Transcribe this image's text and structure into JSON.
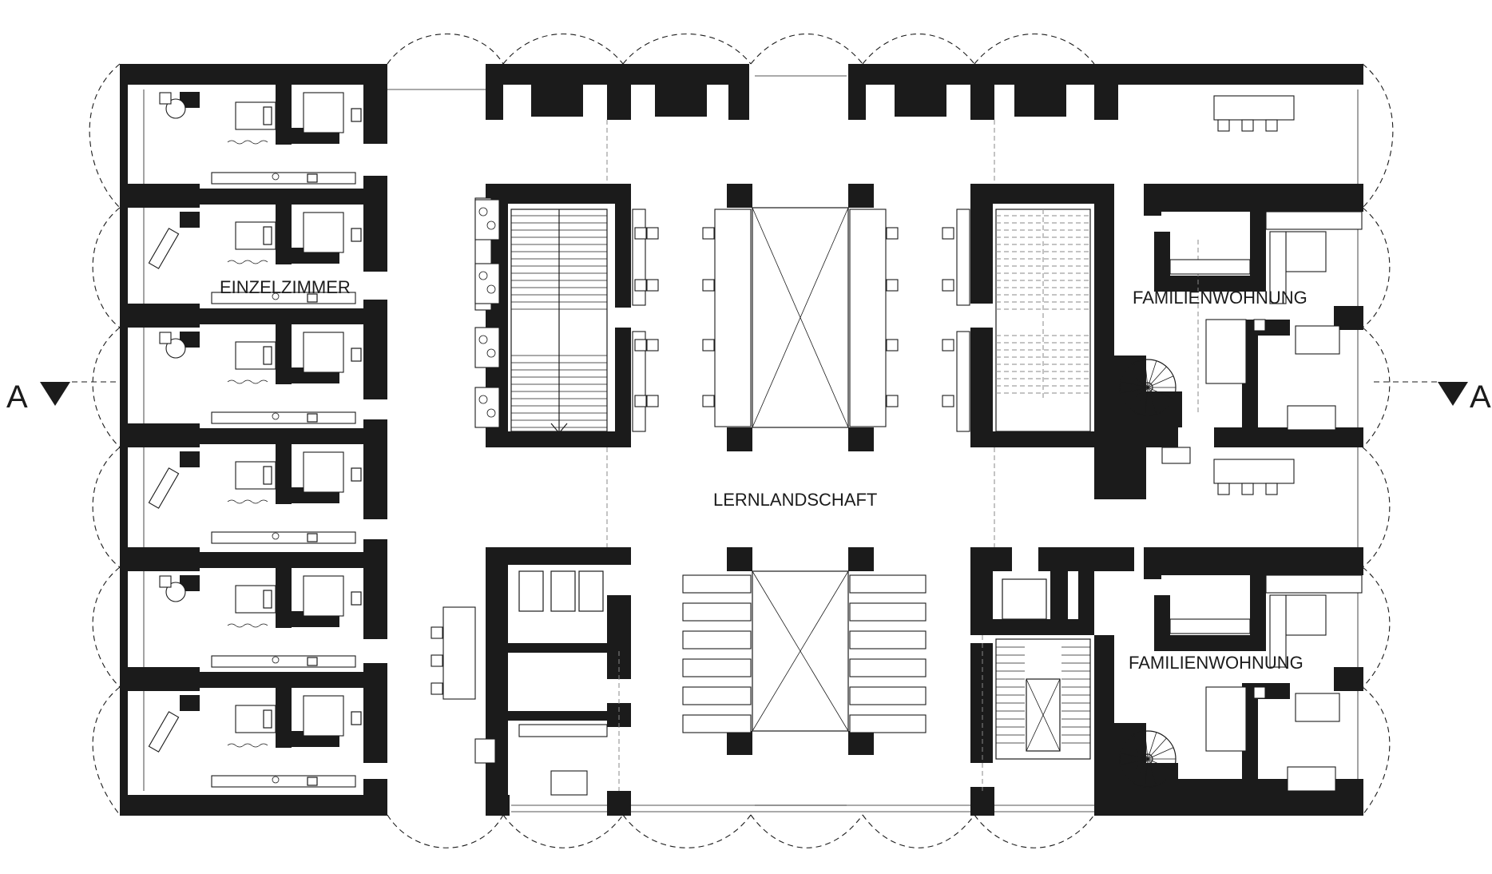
{
  "labels": {
    "single_rooms": "EINZELZIMMER",
    "family_apartment_upper": "FAMILIENWOHNUNG",
    "family_apartment_lower": "FAMILIENWOHNUNG",
    "learning_landscape": "LERNLANDSCHAFT"
  },
  "section_marker": {
    "left": "A",
    "right": "A"
  }
}
